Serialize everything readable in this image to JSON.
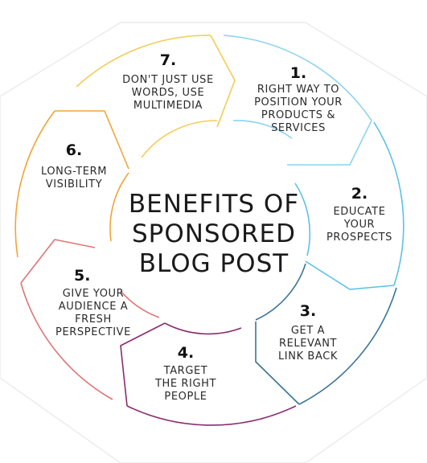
{
  "title_lines": [
    "BENEFITS OF",
    "SPONSORED",
    "BLOG POST"
  ],
  "colors": {
    "s1": "#8dd3ee",
    "s2": "#5bc1e6",
    "s3": "#3a7597",
    "s4": "#8b2c6f",
    "s5": "#e07575",
    "s6": "#f0a43a",
    "s7": "#f3cc55",
    "octagon": "#ececec"
  },
  "steps": [
    {
      "number": "1.",
      "lines": [
        "RIGHT WAY TO",
        "POSITION YOUR",
        "PRODUCTS &",
        "SERVICES"
      ]
    },
    {
      "number": "2.",
      "lines": [
        "EDUCATE",
        "YOUR",
        "PROSPECTS"
      ]
    },
    {
      "number": "3.",
      "lines": [
        "GET A",
        "RELEVANT",
        "LINK BACK"
      ]
    },
    {
      "number": "4.",
      "lines": [
        "TARGET",
        "THE RIGHT",
        "PEOPLE"
      ]
    },
    {
      "number": "5.",
      "lines": [
        "GIVE YOUR",
        "AUDIENCE A",
        "FRESH",
        "PERSPECTIVE"
      ]
    },
    {
      "number": "6.",
      "lines": [
        "LONG-TERM",
        "VISIBILITY"
      ]
    },
    {
      "number": "7.",
      "lines": [
        "DON'T JUST USE",
        "WORDS, USE",
        "MULTIMEDIA"
      ]
    }
  ]
}
